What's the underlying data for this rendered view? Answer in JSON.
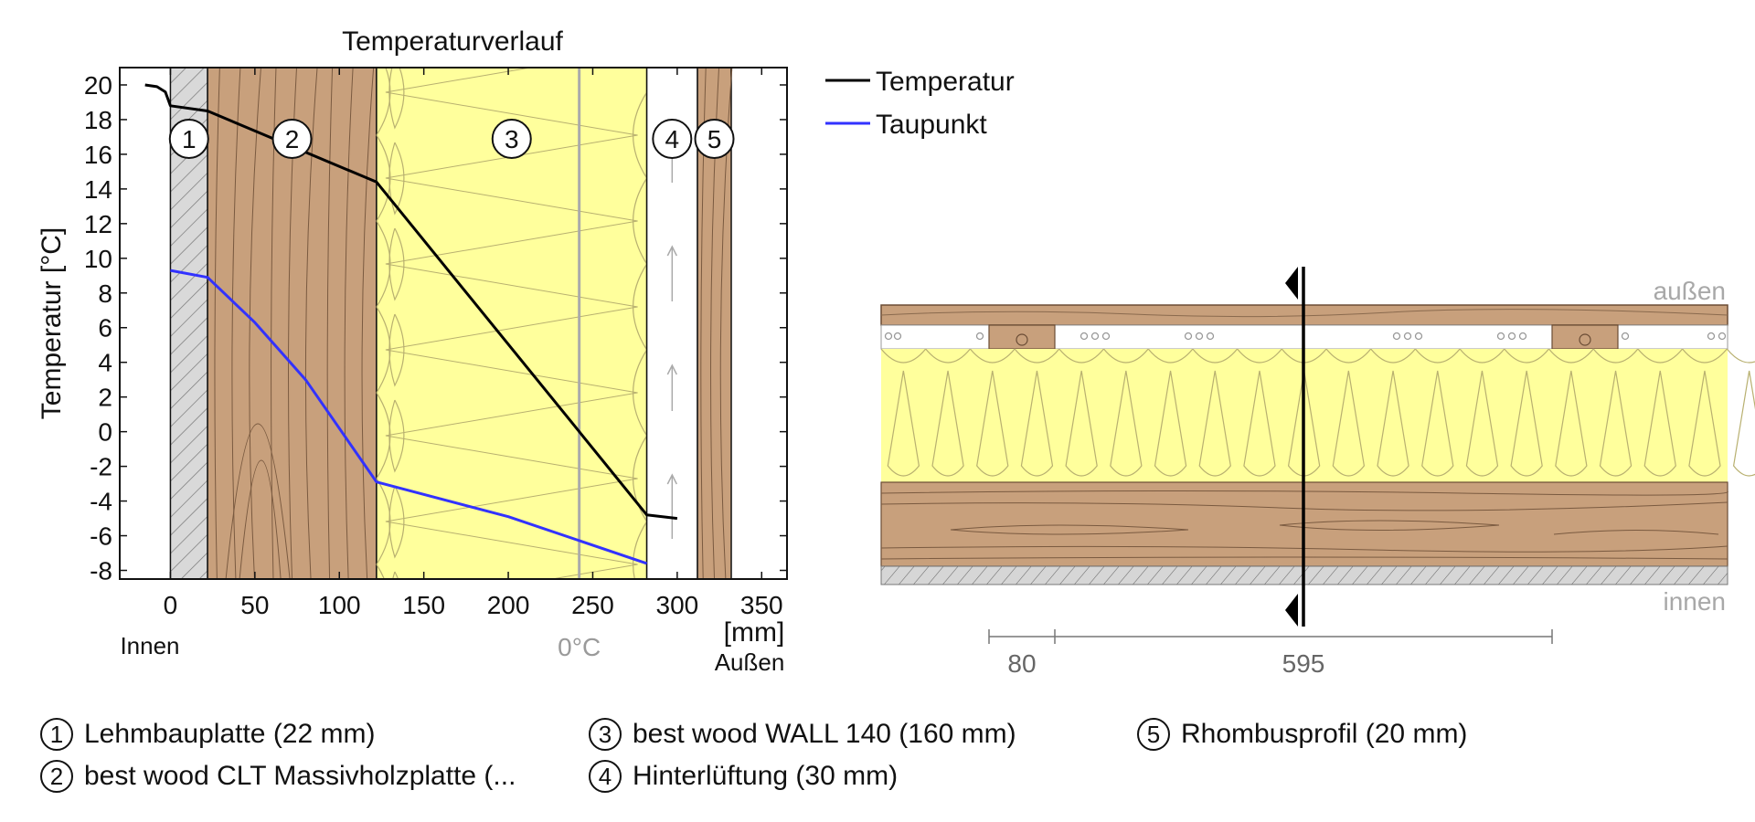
{
  "chart_data": {
    "type": "line",
    "title": "Temperaturverlauf",
    "xlabel": "[mm]",
    "ylabel": "Temperatur [°C]",
    "xlim": [
      -30,
      365
    ],
    "ylim": [
      -8.5,
      21
    ],
    "x_ticks": [
      "0",
      "50",
      "100",
      "150",
      "200",
      "250",
      "300",
      "350"
    ],
    "y_ticks": [
      "20",
      "18",
      "16",
      "14",
      "12",
      "10",
      "8",
      "6",
      "4",
      "2",
      "0",
      "-2",
      "-4",
      "-6",
      "-8"
    ],
    "inside_label": "Innen",
    "outside_label": "Außen",
    "zero_line_label": "0°C",
    "zero_line_x": 242,
    "layers": [
      {
        "num": "1",
        "from": 0,
        "to": 22
      },
      {
        "num": "2",
        "from": 22,
        "to": 122
      },
      {
        "num": "3",
        "from": 122,
        "to": 282
      },
      {
        "num": "4",
        "from": 282,
        "to": 312
      },
      {
        "num": "5",
        "from": 312,
        "to": 332
      }
    ],
    "series": [
      {
        "name": "Temperatur",
        "color": "#000000",
        "points": [
          [
            -15,
            20.0
          ],
          [
            -8,
            19.9
          ],
          [
            -3,
            19.6
          ],
          [
            0,
            18.8
          ],
          [
            22,
            18.5
          ],
          [
            122,
            14.4
          ],
          [
            242,
            0.0
          ],
          [
            282,
            -4.8
          ],
          [
            300,
            -5.0
          ]
        ]
      },
      {
        "name": "Taupunkt",
        "color": "#3232ff",
        "points": [
          [
            0,
            9.3
          ],
          [
            22,
            8.9
          ],
          [
            50,
            6.3
          ],
          [
            80,
            3.0
          ],
          [
            122,
            -2.9
          ],
          [
            200,
            -4.9
          ],
          [
            282,
            -7.6
          ]
        ]
      }
    ]
  },
  "section": {
    "label_outside": "außen",
    "label_inside": "innen",
    "dim_1": "80",
    "dim_2": "595"
  },
  "legend_items": [
    {
      "num": "1",
      "label": "Lehmbauplatte (22 mm)"
    },
    {
      "num": "2",
      "label": "best wood CLT Massivholzplatte (..."
    },
    {
      "num": "3",
      "label": "best wood WALL 140 (160 mm)"
    },
    {
      "num": "4",
      "label": "Hinterlüftung (30 mm)"
    },
    {
      "num": "5",
      "label": "Rhombusprofil (20 mm)"
    }
  ]
}
